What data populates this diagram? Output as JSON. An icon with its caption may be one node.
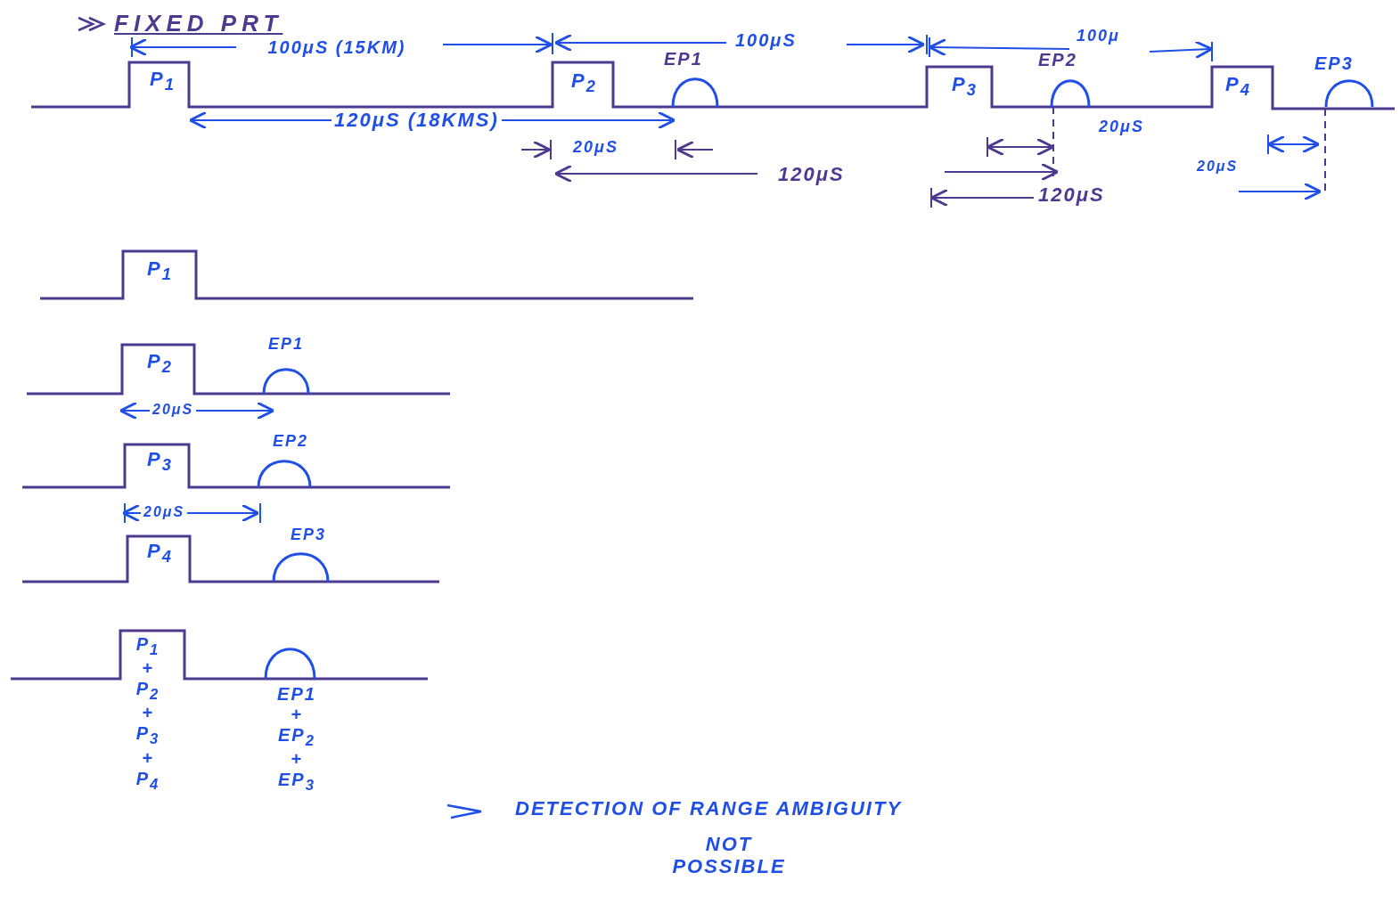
{
  "diagram": {
    "title": "FIXED PRT",
    "labels": [
      "100μS (15KM)",
      "100μS",
      "100μ",
      "EP1",
      "EP2",
      "EP3",
      "P$_{1}$",
      "P$_{2}$",
      "P$_{3}$",
      "P$_{4}$",
      "120μS (18KMS)",
      "20μS",
      "20μS",
      "20μS",
      "120μS",
      "120μS",
      "P$_{1}$",
      "EP1",
      "P$_{2}$",
      "20μS",
      "EP2",
      "P$_{3}$",
      "20μS",
      "EP3",
      "P$_{4}$",
      "P$_{1}$ + P$_{2}$ + P$_{3}$ + P$_{4}$",
      "EP1 + EP$_{2}$ + EP$_{3}$",
      "DETECTION OF RANGE AMBIGUITY",
      "NOT POSSIBLE"
    ]
  }
}
